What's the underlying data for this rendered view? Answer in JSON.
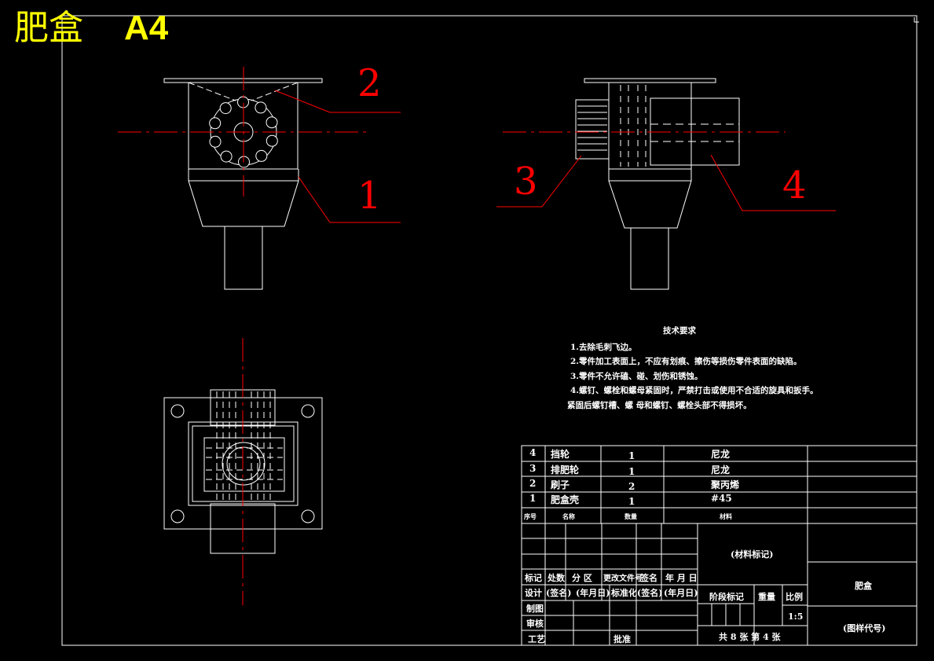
{
  "title": {
    "name": "肥盒",
    "sheet": "A4"
  },
  "callouts": [
    "1",
    "2",
    "3",
    "4"
  ],
  "technical_requirements": {
    "title": "技术要求",
    "items": [
      "1.去除毛刺飞边。",
      "2.零件加工表面上，不应有划痕、擦伤等损伤零件表面的缺陷。",
      "3.零件不允许磕、碰、划伤和锈蚀。",
      "4.螺钉、螺栓和螺母紧固时，严禁打击或使用不合适的旋具和扳手。",
      "紧固后螺钉槽、螺 母和螺钉、螺栓头部不得损坏。"
    ]
  },
  "parts_list": {
    "rows": [
      {
        "no": "4",
        "name": "挡轮",
        "qty": "1",
        "material": "尼龙"
      },
      {
        "no": "3",
        "name": "排肥轮",
        "qty": "1",
        "material": "尼龙"
      },
      {
        "no": "2",
        "name": "刷子",
        "qty": "2",
        "material": "聚丙烯"
      },
      {
        "no": "1",
        "name": "肥盒壳",
        "qty": "1",
        "material": "#45"
      }
    ],
    "header": {
      "no": "序号",
      "name": "名称",
      "qty": "数量",
      "material": "材料"
    }
  },
  "title_block": {
    "material_mark": "(材料标记)",
    "part_name": "肥盒",
    "drawing_code": "(图样代号)",
    "rev_headers": [
      "标记",
      "处数",
      "分  区",
      "更改文件号",
      "签名",
      "年 月 日"
    ],
    "design_row": [
      "设计",
      "(签名)",
      "(年月日)",
      "标准化",
      "(签名)",
      "(年月日)"
    ],
    "stage_mark": "阶段标记",
    "weight": "重量",
    "scale_label": "比例",
    "scale_value": "1:5",
    "draw": "制图",
    "check": "审核",
    "process": "工艺",
    "approve": "批准",
    "sheets": "共 8 张   第 4 张"
  },
  "colors": {
    "line": "#ffffff",
    "center": "#ff0000",
    "title": "#ffff00",
    "callout": "#ff0000",
    "bg": "#000000"
  }
}
